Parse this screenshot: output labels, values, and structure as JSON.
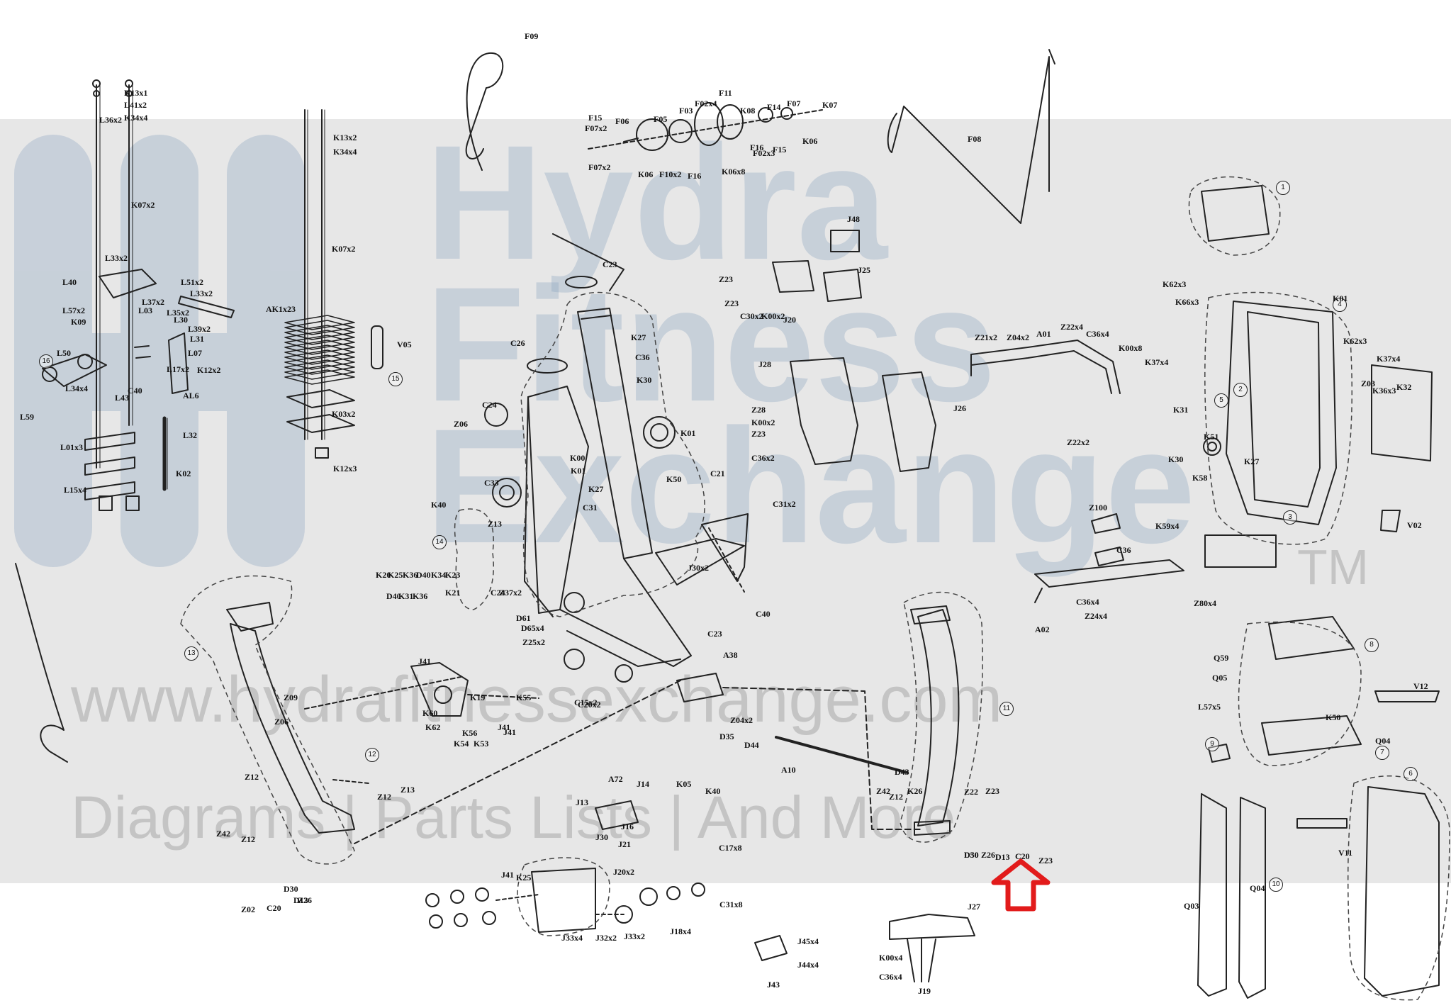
{
  "watermark": {
    "logo_lines": [
      "Hydra",
      "Fitness",
      "Exchange"
    ],
    "trademark": "TM",
    "url": "www.hydrafitnessexchange.com",
    "tagline": "Diagrams | Parts Lists | And More"
  },
  "labels": {
    "tower_left": [
      "K13x1",
      "L41x2",
      "K34x4",
      "L36x2",
      "K07x2",
      "L33x2",
      "L40",
      "L57x2",
      "K09",
      "L03",
      "L37x2",
      "L35x2",
      "L30",
      "L39x2",
      "L31",
      "L51x2",
      "L33x2",
      "L50",
      "L07",
      "L17x2",
      "K12x2",
      "L34x4",
      "C40",
      "L43",
      "AL6",
      "L59",
      "L32",
      "L01x3",
      "K02",
      "L15x4"
    ],
    "tower_mid": [
      "K13x2",
      "K34x4",
      "K07x2",
      "AK1x23",
      "V05",
      "K03x2",
      "K12x3"
    ],
    "cable_top": [
      "F09"
    ],
    "pulley_top": [
      "F07x2",
      "F15",
      "F06",
      "F05",
      "F03",
      "F02x4",
      "F11",
      "K08",
      "F14",
      "F07",
      "K07",
      "F07x2",
      "K06",
      "F10x2",
      "F16",
      "K06x8",
      "F02x3",
      "F16",
      "F15",
      "K06"
    ],
    "cable_right": [
      "F08"
    ],
    "frame_center": [
      "C23",
      "K27",
      "C36",
      "K30",
      "C26",
      "C24",
      "Z06",
      "K01",
      "K50",
      "C21",
      "K01",
      "K00",
      "K27",
      "C33",
      "C31",
      "K40",
      "Z13",
      "C31x2",
      "J30x2",
      "K20",
      "K25",
      "K36",
      "D40",
      "K34",
      "K23",
      "D40",
      "K31",
      "K36",
      "K21",
      "C24",
      "Z37x2",
      "C40",
      "D61",
      "D65x4",
      "Z25x2",
      "C23",
      "C15x2",
      "C20x2",
      "A38",
      "Z04x2"
    ],
    "seat_center": [
      "Z23",
      "Z23",
      "C30x2",
      "K00x2",
      "J20",
      "J48",
      "J25",
      "J28",
      "Z28",
      "K00x2",
      "Z23",
      "C36x2",
      "J26"
    ],
    "arm_right": [
      "Z21x2",
      "Z04x2",
      "A01",
      "Z22x4",
      "C36x4",
      "K00x8",
      "K37x4",
      "Z22x2",
      "Z100",
      "C36",
      "C36x4",
      "Z80x4",
      "Z24x4",
      "A02"
    ],
    "rear_assembly": [
      "K62x3",
      "K66x3",
      "K01",
      "K62x3",
      "K37x4",
      "Z03",
      "K36x3",
      "K32",
      "K31",
      "K30",
      "K58",
      "K51",
      "K27",
      "K50",
      "K59x4",
      "V02"
    ],
    "handle_left": [
      "J41",
      "K19",
      "Z09",
      "Z06",
      "K55",
      "K62",
      "K60",
      "K56",
      "J41",
      "K54",
      "K53",
      "J41",
      "Z12",
      "Z13",
      "Z42",
      "Z12",
      "Z12"
    ],
    "linkage_center": [
      "A10",
      "D35",
      "D44",
      "Z12",
      "D43",
      "Z42",
      "K26",
      "Z22",
      "Z23",
      "D30",
      "D50",
      "Z26",
      "D13",
      "C20",
      "Z23",
      "A72",
      "J14",
      "K05",
      "K40",
      "J13",
      "J16",
      "J30",
      "J21",
      "C17x8",
      "J41",
      "K25",
      "J20x2",
      "J33x4",
      "J32x2",
      "J33x2",
      "J18x4",
      "C31x8",
      "J43",
      "J45x4",
      "J44x4",
      "D13",
      "D30",
      "Z02",
      "C20",
      "Z26",
      "C20"
    ],
    "seat_bottom": [
      "J27",
      "K00x4",
      "C36x4",
      "J19"
    ],
    "shroud_right": [
      "Q59",
      "Q05",
      "L57x5",
      "Q04",
      "V12",
      "Q03",
      "Q04",
      "V11"
    ],
    "callouts": [
      "16",
      "15",
      "14",
      "13",
      "12",
      "11",
      "10",
      "9",
      "8",
      "7",
      "6",
      "5",
      "4",
      "3",
      "2",
      "1"
    ]
  }
}
